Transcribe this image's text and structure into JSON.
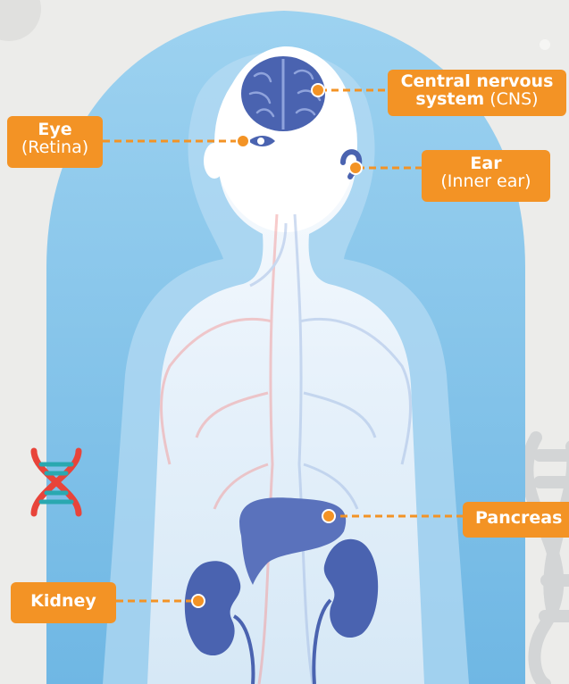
{
  "labels": {
    "eye": {
      "title": "Eye",
      "subtitle": "(Retina)"
    },
    "cns": {
      "line1": "Central nervous",
      "line2_bold": "system",
      "line2_normal": "(CNS)"
    },
    "ear": {
      "title": "Ear",
      "subtitle": "(Inner ear)"
    },
    "pancreas": {
      "title": "Pancreas"
    },
    "kidney": {
      "title": "Kidney"
    }
  },
  "colors": {
    "background": "#ececea",
    "accent_orange": "#f39325",
    "organ_blue": "#4a63b0",
    "body_glow": "#8ec9ec",
    "dna_red": "#e8443a",
    "dna_teal": "#2aa8b0"
  },
  "icons": [
    "brain-icon",
    "eye-icon",
    "ear-icon",
    "liver-icon",
    "kidney-icon",
    "dna-icon"
  ]
}
